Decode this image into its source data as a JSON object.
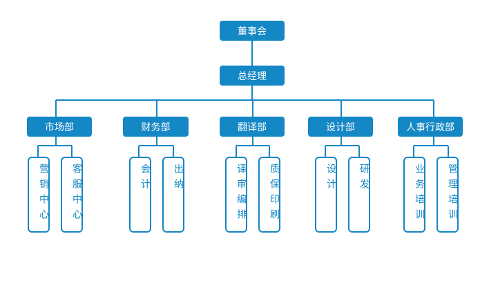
{
  "colors": {
    "primary": "#1487c5",
    "line": "#1487c5",
    "leaf_bg": "#ffffff"
  },
  "org": {
    "root": "董事会",
    "ceo": "总经理",
    "departments": [
      {
        "name": "市场部",
        "children": [
          "营销中心",
          "客服中心"
        ]
      },
      {
        "name": "财务部",
        "children": [
          "会计",
          "出纳"
        ]
      },
      {
        "name": "翻译部",
        "children": [
          "译审编排",
          "质保印刷"
        ]
      },
      {
        "name": "设计部",
        "children": [
          "设计",
          "研发"
        ]
      },
      {
        "name": "人事行政部",
        "children": [
          "业务培训",
          "管理培训"
        ]
      }
    ]
  }
}
